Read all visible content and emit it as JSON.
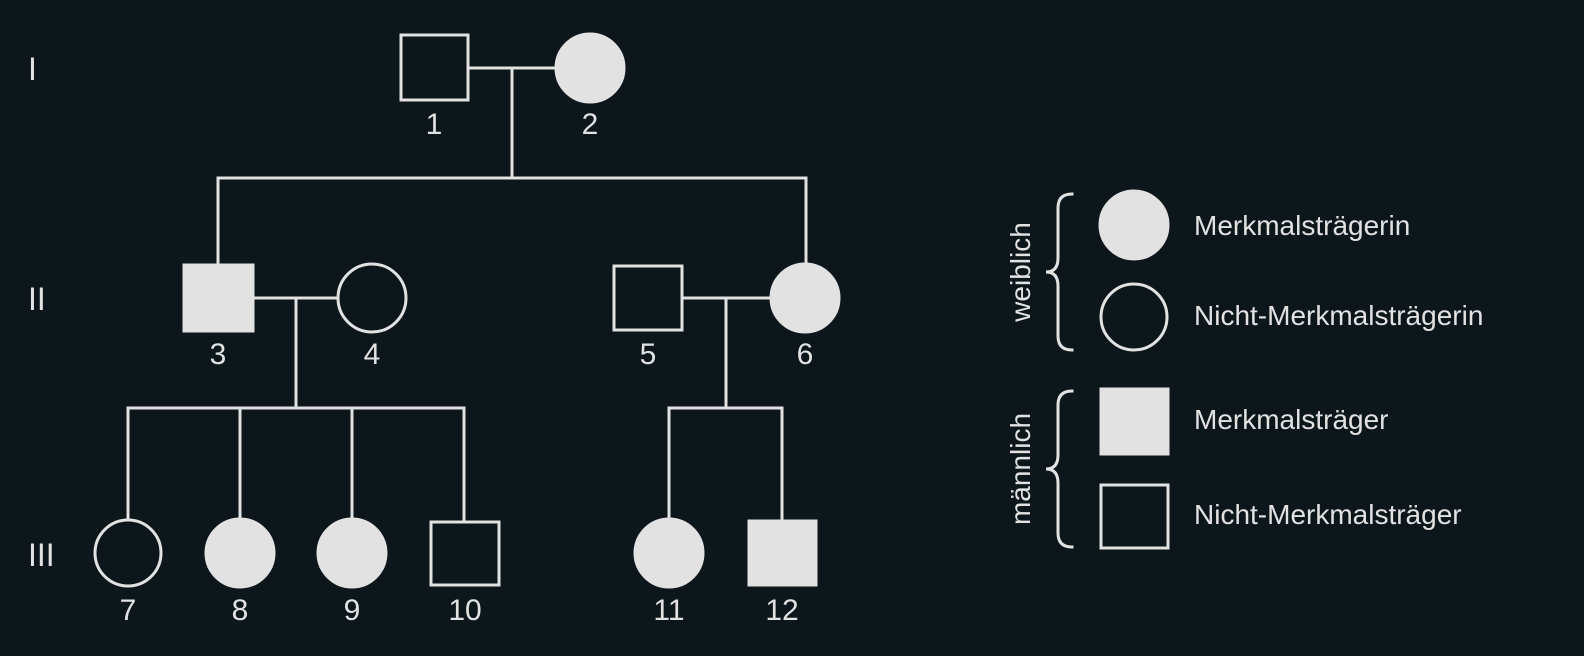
{
  "generations": [
    {
      "id": "I",
      "label": "I"
    },
    {
      "id": "II",
      "label": "II"
    },
    {
      "id": "III",
      "label": "III"
    }
  ],
  "individuals": [
    {
      "id": "1",
      "label": "1",
      "sex": "male",
      "affected": false,
      "generation": "I"
    },
    {
      "id": "2",
      "label": "2",
      "sex": "female",
      "affected": true,
      "generation": "I"
    },
    {
      "id": "3",
      "label": "3",
      "sex": "male",
      "affected": true,
      "generation": "II"
    },
    {
      "id": "4",
      "label": "4",
      "sex": "female",
      "affected": false,
      "generation": "II"
    },
    {
      "id": "5",
      "label": "5",
      "sex": "male",
      "affected": false,
      "generation": "II"
    },
    {
      "id": "6",
      "label": "6",
      "sex": "female",
      "affected": true,
      "generation": "II"
    },
    {
      "id": "7",
      "label": "7",
      "sex": "female",
      "affected": false,
      "generation": "III"
    },
    {
      "id": "8",
      "label": "8",
      "sex": "female",
      "affected": true,
      "generation": "III"
    },
    {
      "id": "9",
      "label": "9",
      "sex": "female",
      "affected": true,
      "generation": "III"
    },
    {
      "id": "10",
      "label": "10",
      "sex": "male",
      "affected": false,
      "generation": "III"
    },
    {
      "id": "11",
      "label": "11",
      "sex": "female",
      "affected": true,
      "generation": "III"
    },
    {
      "id": "12",
      "label": "12",
      "sex": "male",
      "affected": true,
      "generation": "III"
    }
  ],
  "couples": [
    {
      "partners": [
        "1",
        "2"
      ],
      "children": [
        "3",
        "6"
      ]
    },
    {
      "partners": [
        "3",
        "4"
      ],
      "children": [
        "7",
        "8",
        "9",
        "10"
      ]
    },
    {
      "partners": [
        "5",
        "6"
      ],
      "children": [
        "11",
        "12"
      ]
    }
  ],
  "legend": {
    "female_group": "weiblich",
    "male_group": "männlich",
    "female_affected": "Merkmalsträgerin",
    "female_unaffected": "Nicht-Merkmalsträgerin",
    "male_affected": "Merkmalsträger",
    "male_unaffected": "Nicht-Merkmalsträger"
  },
  "colors": {
    "background": "#0c161b",
    "foreground": "#e2e2e2"
  }
}
